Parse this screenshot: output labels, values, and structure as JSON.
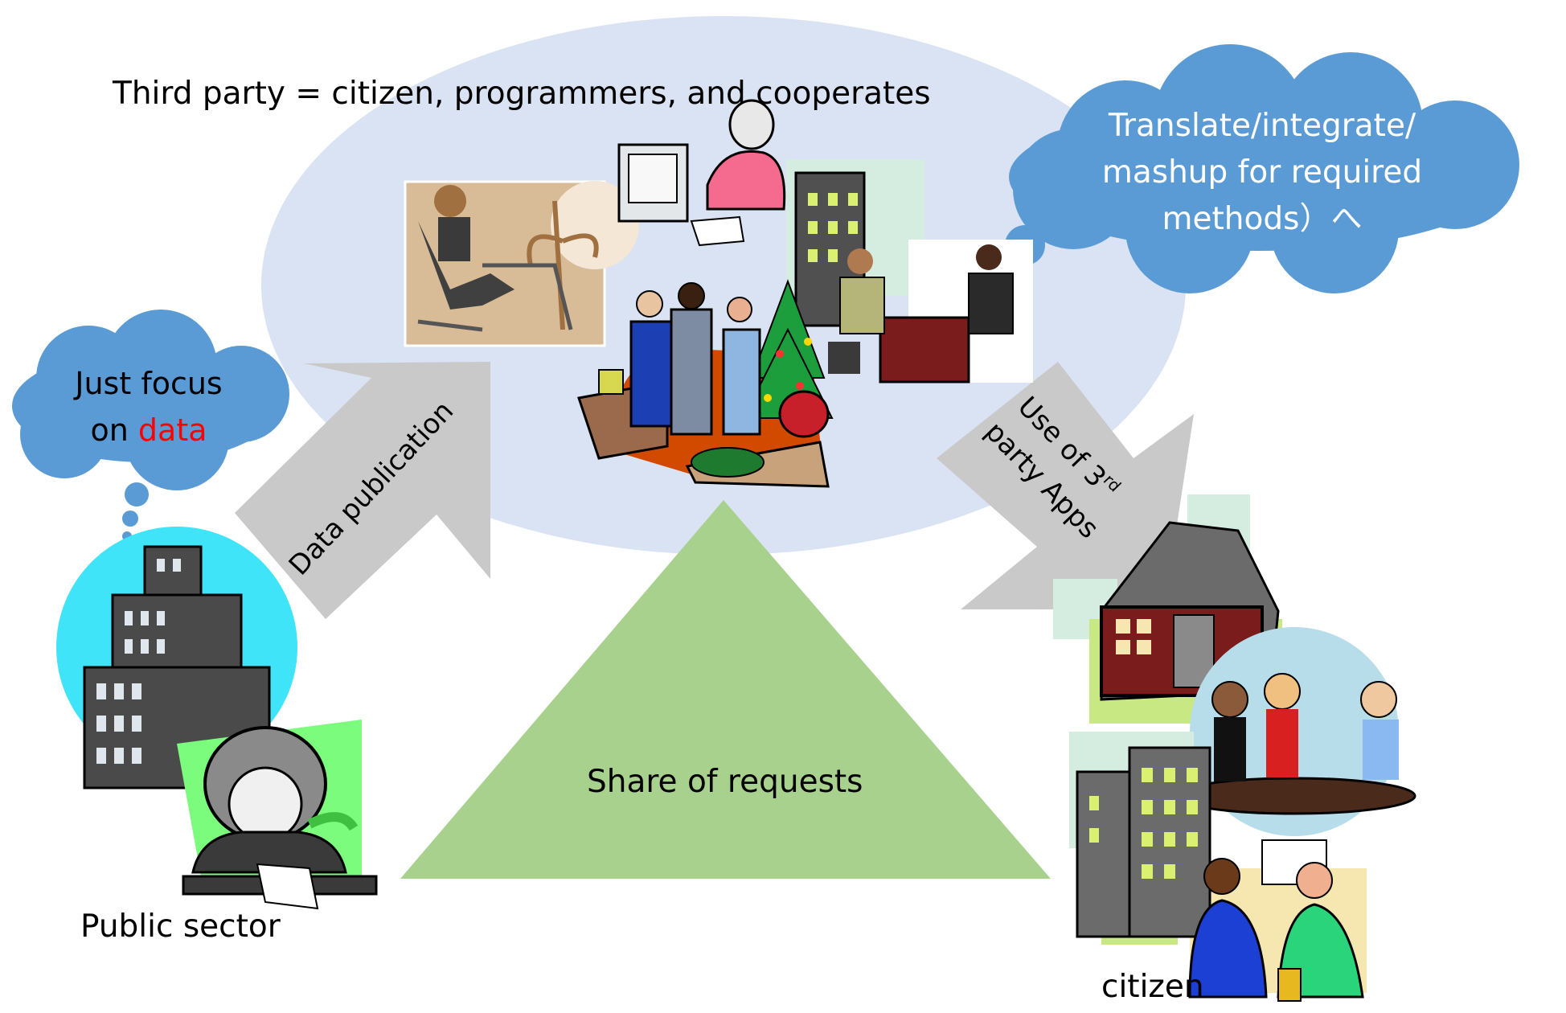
{
  "third_party_title": "Third party = citizen, programmers, and cooperates",
  "cloud_translate": {
    "line1": "Translate/integrate/",
    "line2": "mashup for required",
    "line3": "methods）へ"
  },
  "cloud_focus": {
    "line1": "Just focus",
    "line2_prefix": "on ",
    "line2_highlight": "data"
  },
  "arrow_publication_label": "Data publication",
  "arrow_use_label": {
    "line1_prefix": "Use of 3",
    "line1_superscript": "rd",
    "line2": "party Apps"
  },
  "triangle_label": "Share of requests",
  "public_sector_label": "Public sector",
  "citizen_label": "citizen",
  "colors": {
    "ellipse": "#dae3f3",
    "cloud": "#5b9bd5",
    "arrow": "#c9c9c9",
    "triangle": "#a9d18e",
    "highlight": "#ff0000"
  }
}
